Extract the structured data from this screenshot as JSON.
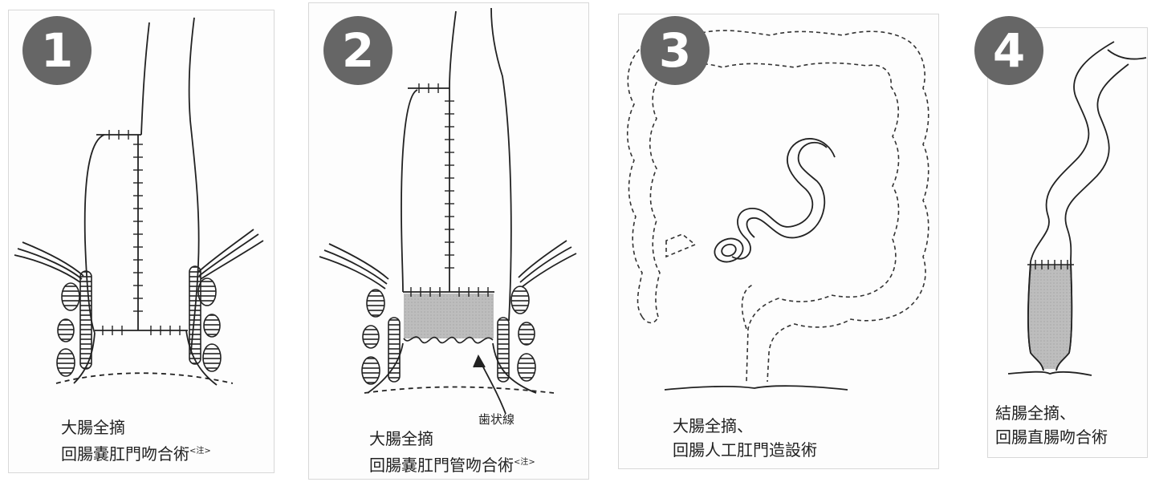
{
  "panels": [
    {
      "number": "1",
      "caption_line1": "大腸全摘",
      "caption_line2": "回腸嚢肛門吻合術",
      "note": "<注>"
    },
    {
      "number": "2",
      "caption_line1": "大腸全摘",
      "caption_line2": "回腸嚢肛門管吻合術",
      "note": "<注>",
      "label": "歯状線"
    },
    {
      "number": "3",
      "caption_line1": "大腸全摘、",
      "caption_line2": "回腸人工肛門造設術"
    },
    {
      "number": "4",
      "caption_line1": "結腸全摘、",
      "caption_line2": "回腸直腸吻合術"
    }
  ],
  "colors": {
    "badge": "#666666",
    "line": "#222222",
    "shade": "#b8b8b8"
  }
}
